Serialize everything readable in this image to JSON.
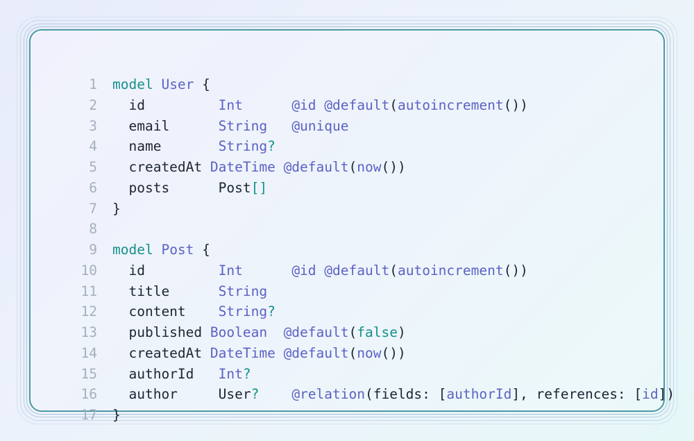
{
  "editor": {
    "language": "prisma",
    "colors": {
      "keyword": "#16908a",
      "type": "#5b62c4",
      "attribute": "#5b62c4",
      "plain": "#1d2433",
      "line_number": "#a6afbd",
      "border": "#4c98a4"
    },
    "lines": [
      {
        "n": "1",
        "tokens": [
          {
            "t": "model",
            "c": "kw"
          },
          {
            "t": " ",
            "c": "punct"
          },
          {
            "t": "User",
            "c": "type"
          },
          {
            "t": " {",
            "c": "punct"
          }
        ]
      },
      {
        "n": "2",
        "tokens": [
          {
            "t": "  id         ",
            "c": "field"
          },
          {
            "t": "Int",
            "c": "type"
          },
          {
            "t": "      ",
            "c": "punct"
          },
          {
            "t": "@id",
            "c": "attr"
          },
          {
            "t": " ",
            "c": "punct"
          },
          {
            "t": "@default",
            "c": "attr"
          },
          {
            "t": "(",
            "c": "punct"
          },
          {
            "t": "autoincrement",
            "c": "fn"
          },
          {
            "t": "())",
            "c": "punct"
          }
        ]
      },
      {
        "n": "3",
        "tokens": [
          {
            "t": "  email      ",
            "c": "field"
          },
          {
            "t": "String",
            "c": "type"
          },
          {
            "t": "   ",
            "c": "punct"
          },
          {
            "t": "@unique",
            "c": "attr"
          }
        ]
      },
      {
        "n": "4",
        "tokens": [
          {
            "t": "  name       ",
            "c": "field"
          },
          {
            "t": "String",
            "c": "type"
          },
          {
            "t": "?",
            "c": "mod"
          }
        ]
      },
      {
        "n": "5",
        "tokens": [
          {
            "t": "  createdAt ",
            "c": "field"
          },
          {
            "t": "DateTime",
            "c": "type"
          },
          {
            "t": " ",
            "c": "punct"
          },
          {
            "t": "@default",
            "c": "attr"
          },
          {
            "t": "(",
            "c": "punct"
          },
          {
            "t": "now",
            "c": "fn"
          },
          {
            "t": "())",
            "c": "punct"
          }
        ]
      },
      {
        "n": "6",
        "tokens": [
          {
            "t": "  posts      ",
            "c": "field"
          },
          {
            "t": "Post",
            "c": "field"
          },
          {
            "t": "[]",
            "c": "mod"
          }
        ]
      },
      {
        "n": "7",
        "tokens": [
          {
            "t": "}",
            "c": "punct"
          }
        ]
      },
      {
        "n": "8",
        "tokens": []
      },
      {
        "n": "9",
        "tokens": [
          {
            "t": "model",
            "c": "kw"
          },
          {
            "t": " ",
            "c": "punct"
          },
          {
            "t": "Post",
            "c": "type"
          },
          {
            "t": " {",
            "c": "punct"
          }
        ]
      },
      {
        "n": "10",
        "tokens": [
          {
            "t": "  id         ",
            "c": "field"
          },
          {
            "t": "Int",
            "c": "type"
          },
          {
            "t": "      ",
            "c": "punct"
          },
          {
            "t": "@id",
            "c": "attr"
          },
          {
            "t": " ",
            "c": "punct"
          },
          {
            "t": "@default",
            "c": "attr"
          },
          {
            "t": "(",
            "c": "punct"
          },
          {
            "t": "autoincrement",
            "c": "fn"
          },
          {
            "t": "())",
            "c": "punct"
          }
        ]
      },
      {
        "n": "11",
        "tokens": [
          {
            "t": "  title      ",
            "c": "field"
          },
          {
            "t": "String",
            "c": "type"
          }
        ]
      },
      {
        "n": "12",
        "tokens": [
          {
            "t": "  content    ",
            "c": "field"
          },
          {
            "t": "String",
            "c": "type"
          },
          {
            "t": "?",
            "c": "mod"
          }
        ]
      },
      {
        "n": "13",
        "tokens": [
          {
            "t": "  published ",
            "c": "field"
          },
          {
            "t": "Boolean",
            "c": "type"
          },
          {
            "t": "  ",
            "c": "punct"
          },
          {
            "t": "@default",
            "c": "attr"
          },
          {
            "t": "(",
            "c": "punct"
          },
          {
            "t": "false",
            "c": "bool"
          },
          {
            "t": ")",
            "c": "punct"
          }
        ]
      },
      {
        "n": "14",
        "tokens": [
          {
            "t": "  createdAt ",
            "c": "field"
          },
          {
            "t": "DateTime",
            "c": "type"
          },
          {
            "t": " ",
            "c": "punct"
          },
          {
            "t": "@default",
            "c": "attr"
          },
          {
            "t": "(",
            "c": "punct"
          },
          {
            "t": "now",
            "c": "fn"
          },
          {
            "t": "())",
            "c": "punct"
          }
        ]
      },
      {
        "n": "15",
        "tokens": [
          {
            "t": "  authorId   ",
            "c": "field"
          },
          {
            "t": "Int",
            "c": "type"
          },
          {
            "t": "?",
            "c": "mod"
          }
        ]
      },
      {
        "n": "16",
        "tokens": [
          {
            "t": "  author     ",
            "c": "field"
          },
          {
            "t": "User",
            "c": "field"
          },
          {
            "t": "?",
            "c": "mod"
          },
          {
            "t": "    ",
            "c": "punct"
          },
          {
            "t": "@relation",
            "c": "attr"
          },
          {
            "t": "(fields: [",
            "c": "punct"
          },
          {
            "t": "authorId",
            "c": "type"
          },
          {
            "t": "], references: [",
            "c": "punct"
          },
          {
            "t": "id",
            "c": "type"
          },
          {
            "t": "])",
            "c": "punct"
          }
        ]
      },
      {
        "n": "17",
        "tokens": [
          {
            "t": "}",
            "c": "punct"
          }
        ]
      }
    ]
  }
}
